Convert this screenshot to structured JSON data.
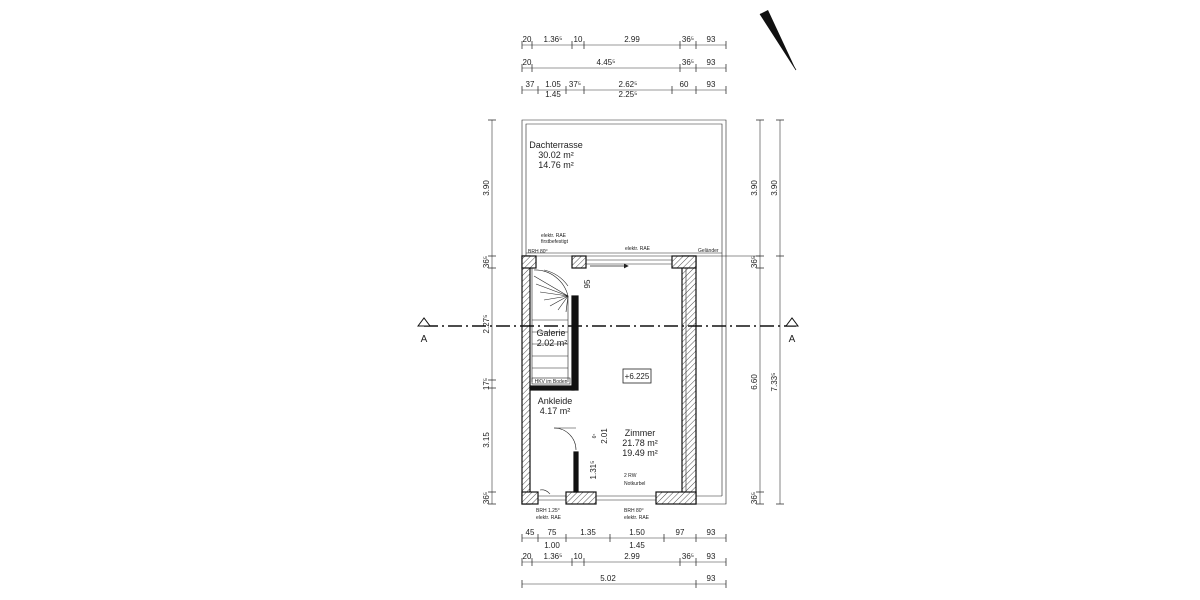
{
  "dims_top": {
    "row1": [
      "20",
      "1.36⁵",
      "10",
      "2.99",
      "36⁵",
      "93"
    ],
    "row2": [
      "20",
      "4.45⁵",
      "36⁵",
      "93"
    ],
    "row3": [
      "37",
      "1.05",
      "37⁵",
      "2.62⁵",
      "60",
      "93"
    ],
    "row4": [
      "1.45",
      "2.25⁵"
    ]
  },
  "dims_bottom": {
    "row1": [
      "45",
      "75",
      "1.35",
      "1.50",
      "97",
      "93"
    ],
    "row2": [
      "1.00",
      "1.45"
    ],
    "row3": [
      "20",
      "1.36⁵",
      "10",
      "2.99",
      "36⁵",
      "93"
    ],
    "row4": [
      "5.02",
      "93"
    ]
  },
  "dims_left": [
    "3.90",
    "36⁵",
    "2.27⁵",
    "17⁵",
    "3.15",
    "36⁵"
  ],
  "dims_right_inner": [
    "3.90",
    "36⁵",
    "6.60",
    "36⁵"
  ],
  "dims_right_outer": [
    "3.90",
    "7.33⁵"
  ],
  "rooms": {
    "terrace": {
      "name": "Dachterrasse",
      "area1": "30.02 m²",
      "area2": "14.76 m²"
    },
    "galerie": {
      "name": "Galerie",
      "area1": "2.02 m²"
    },
    "ankleide": {
      "name": "Ankleide",
      "area1": "4.17 m²"
    },
    "zimmer": {
      "name": "Zimmer",
      "area1": "21.78 m²",
      "area2": "19.49 m²"
    }
  },
  "level": "+6.225",
  "section": {
    "left": "A",
    "right": "A"
  },
  "annotations": {
    "elektr_rae_1": "elektr. RAE",
    "firstbefestigt": "firstbefestigt",
    "brh_80_top": "BRH 80⁰",
    "elektr_rae_2": "elektr. RAE",
    "gelaender": "Geländer",
    "door_95": "95",
    "hkv": "HKV im Boden",
    "d_6": "6⁵",
    "d_201": "2.01",
    "d_131": "1.31⁵",
    "rw": "2 RW",
    "notkurbel": "Notkurbel",
    "brh_125": "BRH 1.25⁰",
    "elektr_rae_3": "elektr. RAE",
    "brh_80_bottom": "BRH 80⁰",
    "elektr_rae_4": "elektr. RAE"
  }
}
